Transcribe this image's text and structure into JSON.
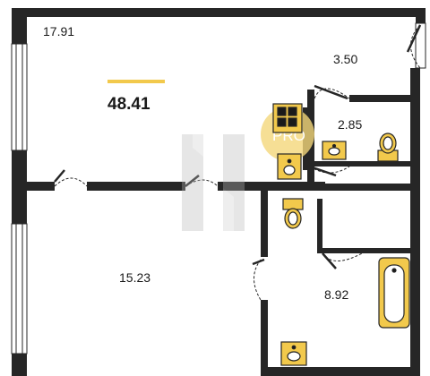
{
  "rooms": [
    {
      "id": "living-room",
      "area": "17.91"
    },
    {
      "id": "balcony",
      "area": "3.50"
    },
    {
      "id": "toilet",
      "area": "2.85"
    },
    {
      "id": "bedroom",
      "area": "15.23"
    },
    {
      "id": "kitchen",
      "area": "8.92"
    }
  ],
  "total_area": "48.41",
  "watermark": {
    "badge_text": "PRO"
  },
  "colors": {
    "wall": "#262626",
    "accent": "#f2c94c",
    "fixture_fill": "#f2c94c",
    "badge": "#f4d77a",
    "window": "#ffffff"
  }
}
